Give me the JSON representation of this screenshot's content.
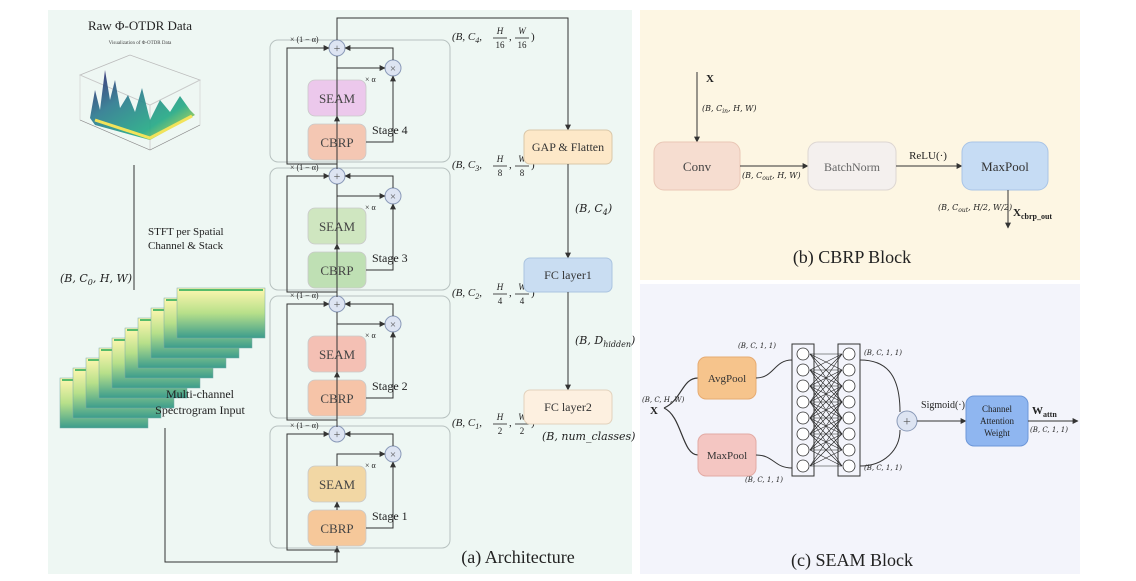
{
  "panels": {
    "architecture": {
      "caption": "(a) Architecture",
      "raw_title": "Raw Φ-OTDR Data",
      "raw_subtitle": "Visualization of Φ-OTDR Data",
      "stft_line1": "STFT per Spatial",
      "stft_line2": "Channel & Stack",
      "input_shape": "(B, C",
      "input_shape_sub": "0",
      "input_shape_rest": ", H, W)",
      "spec_line1": "Multi-channel",
      "spec_line2": "Spectrogram Input",
      "seam_label": "SEAM",
      "cbrp_label": "CBRP",
      "scale_one_minus_alpha": "× (1 − α)",
      "scale_alpha": "× α",
      "stages": [
        {
          "label": "Stage 4",
          "c": "C",
          "c_sub": "4",
          "h": "H",
          "hd": "16",
          "w": "W",
          "wd": "16"
        },
        {
          "label": "Stage 3",
          "c": "C",
          "c_sub": "3",
          "h": "H",
          "hd": "8",
          "w": "W",
          "wd": "8"
        },
        {
          "label": "Stage 2",
          "c": "C",
          "c_sub": "2",
          "h": "H",
          "hd": "4",
          "w": "W",
          "wd": "4"
        },
        {
          "label": "Stage 1",
          "c": "C",
          "c_sub": "1",
          "h": "H",
          "hd": "2",
          "w": "W",
          "wd": "2"
        }
      ],
      "gap_label": "GAP & Flatten",
      "gap_shape": "(B, C",
      "gap_shape_sub": "4",
      "gap_shape_rest": ")",
      "fc1_label": "FC layer1",
      "fc1_shape": "(B, D",
      "fc1_shape_sub": "hidden",
      "fc1_shape_rest": ")",
      "fc2_label": "FC layer2",
      "fc2_shape": "(B, num_classes)"
    },
    "cbrp": {
      "caption": "(b) CBRP Block",
      "input": "X",
      "input_shape": "(B, C",
      "input_shape_sub": "in",
      "input_shape_rest": ", H, W)",
      "conv": "Conv",
      "batchnorm": "BatchNorm",
      "relu": "ReLU(·)",
      "maxpool": "MaxPool",
      "mid_shape": "(B, C",
      "mid_shape_sub": "out",
      "mid_shape_rest": ", H, W)",
      "out_shape": "(B, C",
      "out_shape_sub": "out",
      "out_shape_rest": ", H/2, W/2)",
      "output": "X",
      "output_sub": "cbrp_out"
    },
    "seam": {
      "caption": "(c) SEAM Block",
      "input": "X",
      "input_shape": "(B, C, H, W)",
      "avgpool": "AvgPool",
      "maxpool": "MaxPool",
      "pool_shape": "(B, C, 1, 1)",
      "sigmoid": "Sigmoid(·)",
      "attn_line1": "Channel",
      "attn_line2": "Attention",
      "attn_line3": "Weight",
      "output": "W",
      "output_sub": "attn",
      "out_shape": "(B, C, 1, 1)"
    }
  },
  "colors": {
    "architecture_bg": "#eef7f3",
    "cbrp_bg": "#fdf6e3",
    "seam_bg": "#f3f4fb",
    "stage4_seam": "#ecc8ec",
    "stage4_cbrp": "#f4c7b3",
    "stage3_seam": "#cfe6c0",
    "stage3_cbrp": "#bfe0b4",
    "stage2_seam": "#f4c0b4",
    "stage2_cbrp": "#f6c4a8",
    "stage1_seam": "#f2d7a4",
    "stage1_cbrp": "#f6c89a",
    "gap": "#fde8c8",
    "fc1": "#c9ddf2",
    "fc2": "#fdf0e0",
    "conv": "#f6ddd0",
    "batchnorm": "#f4f0ee",
    "maxpool": "#c6dcf4",
    "avgpool": "#f6c48c",
    "seam_maxpool": "#f4c6c2",
    "attn": "#8fb6f0"
  }
}
